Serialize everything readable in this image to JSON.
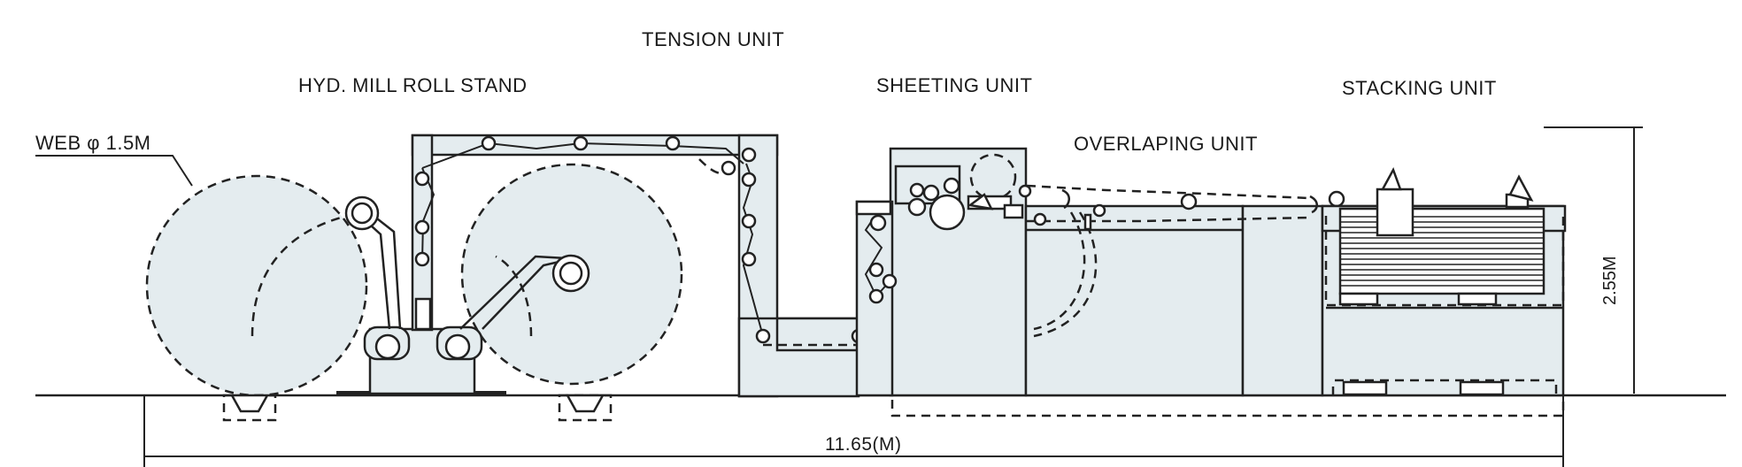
{
  "labels": {
    "tension_unit": "TENSION  UNIT",
    "mill_roll_stand": "HYD. MILL ROLL STAND",
    "sheeting_unit": "SHEETING  UNIT",
    "stacking_unit": "STACKING  UNIT",
    "overlapping_unit": "OVERLAPING  UNIT",
    "web_diameter": "WEB   φ 1.5M"
  },
  "dimensions": {
    "total_length": "11.65(M)",
    "height": "2.55M"
  },
  "colors": {
    "line": "#222222",
    "fill": "#e4ecef",
    "background": "#ffffff"
  }
}
